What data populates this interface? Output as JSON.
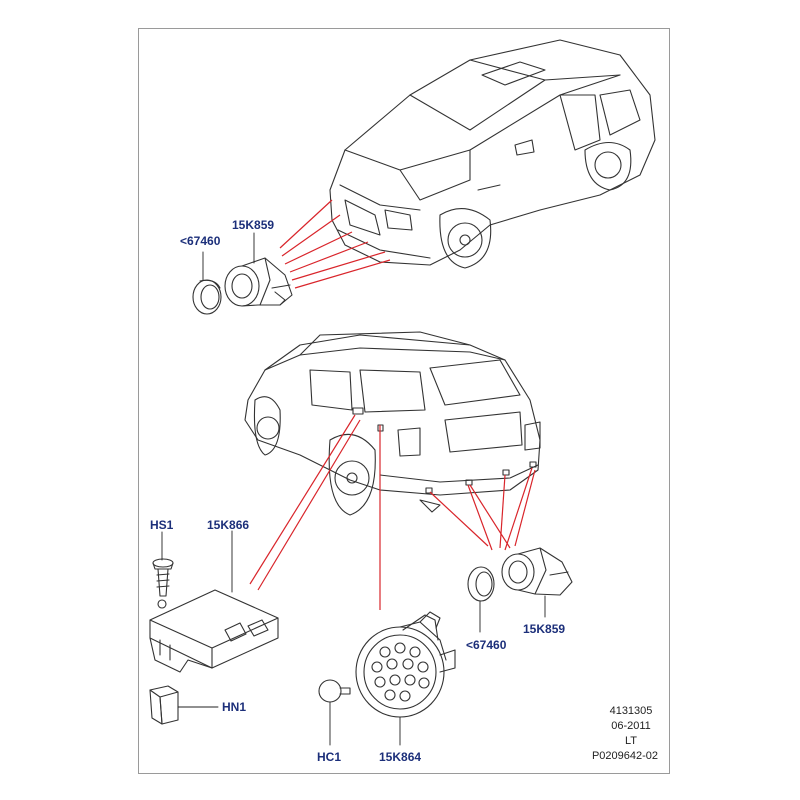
{
  "colors": {
    "callout": "#1c2f7a",
    "leader": "#d9252b",
    "outline": "#333333",
    "frame": "#9a9a9a"
  },
  "labels": {
    "front_seal": "<67460",
    "front_sensor": "15K859",
    "screw": "HS1",
    "module": "15K866",
    "bracket": "HN1",
    "clip": "HC1",
    "sounder": "15K864",
    "rear_seal": "<67460",
    "rear_sensor": "15K859"
  },
  "meta": {
    "catalog_number": "4131305",
    "date": "06-2011",
    "code": "LT",
    "illustration_id": "P0209642-02"
  }
}
